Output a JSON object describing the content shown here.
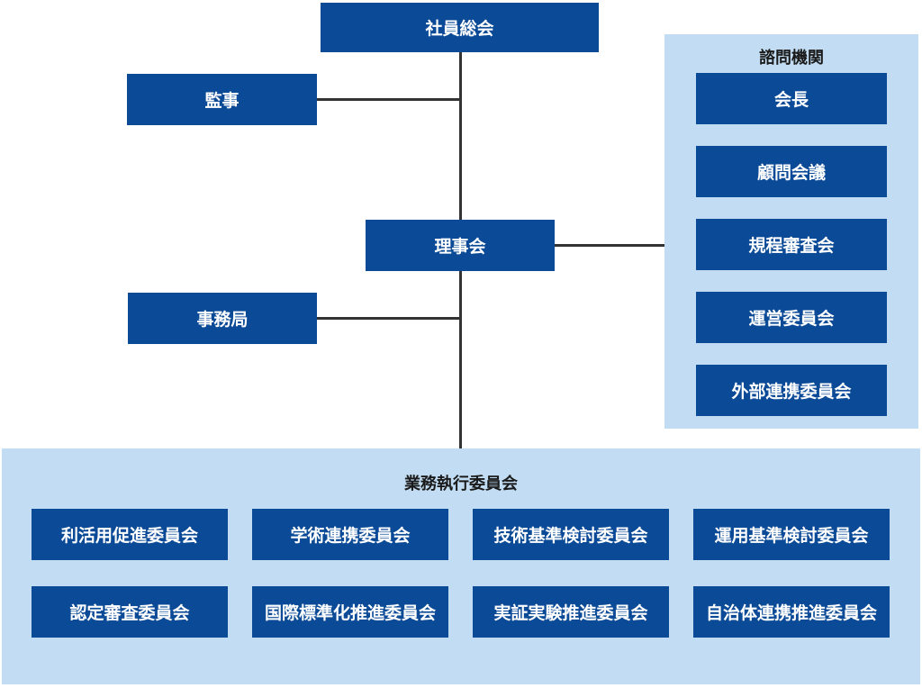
{
  "colors": {
    "box": "#0b4a96",
    "panel": "#c2ddf3",
    "line": "#333333"
  },
  "general_meeting": "社員総会",
  "auditor": "監事",
  "board": "理事会",
  "secretariat": "事務局",
  "advisory": {
    "title": "諮問機関",
    "items": [
      "会長",
      "顧問会議",
      "規程審査会",
      "運営委員会",
      "外部連携委員会"
    ]
  },
  "executive": {
    "title": "業務執行委員会",
    "items": [
      "利活用促進委員会",
      "学術連携委員会",
      "技術基準検討委員会",
      "運用基準検討委員会",
      "認定審査委員会",
      "国際標準化推進委員会",
      "実証実験推進委員会",
      "自治体連携推進委員会"
    ]
  }
}
